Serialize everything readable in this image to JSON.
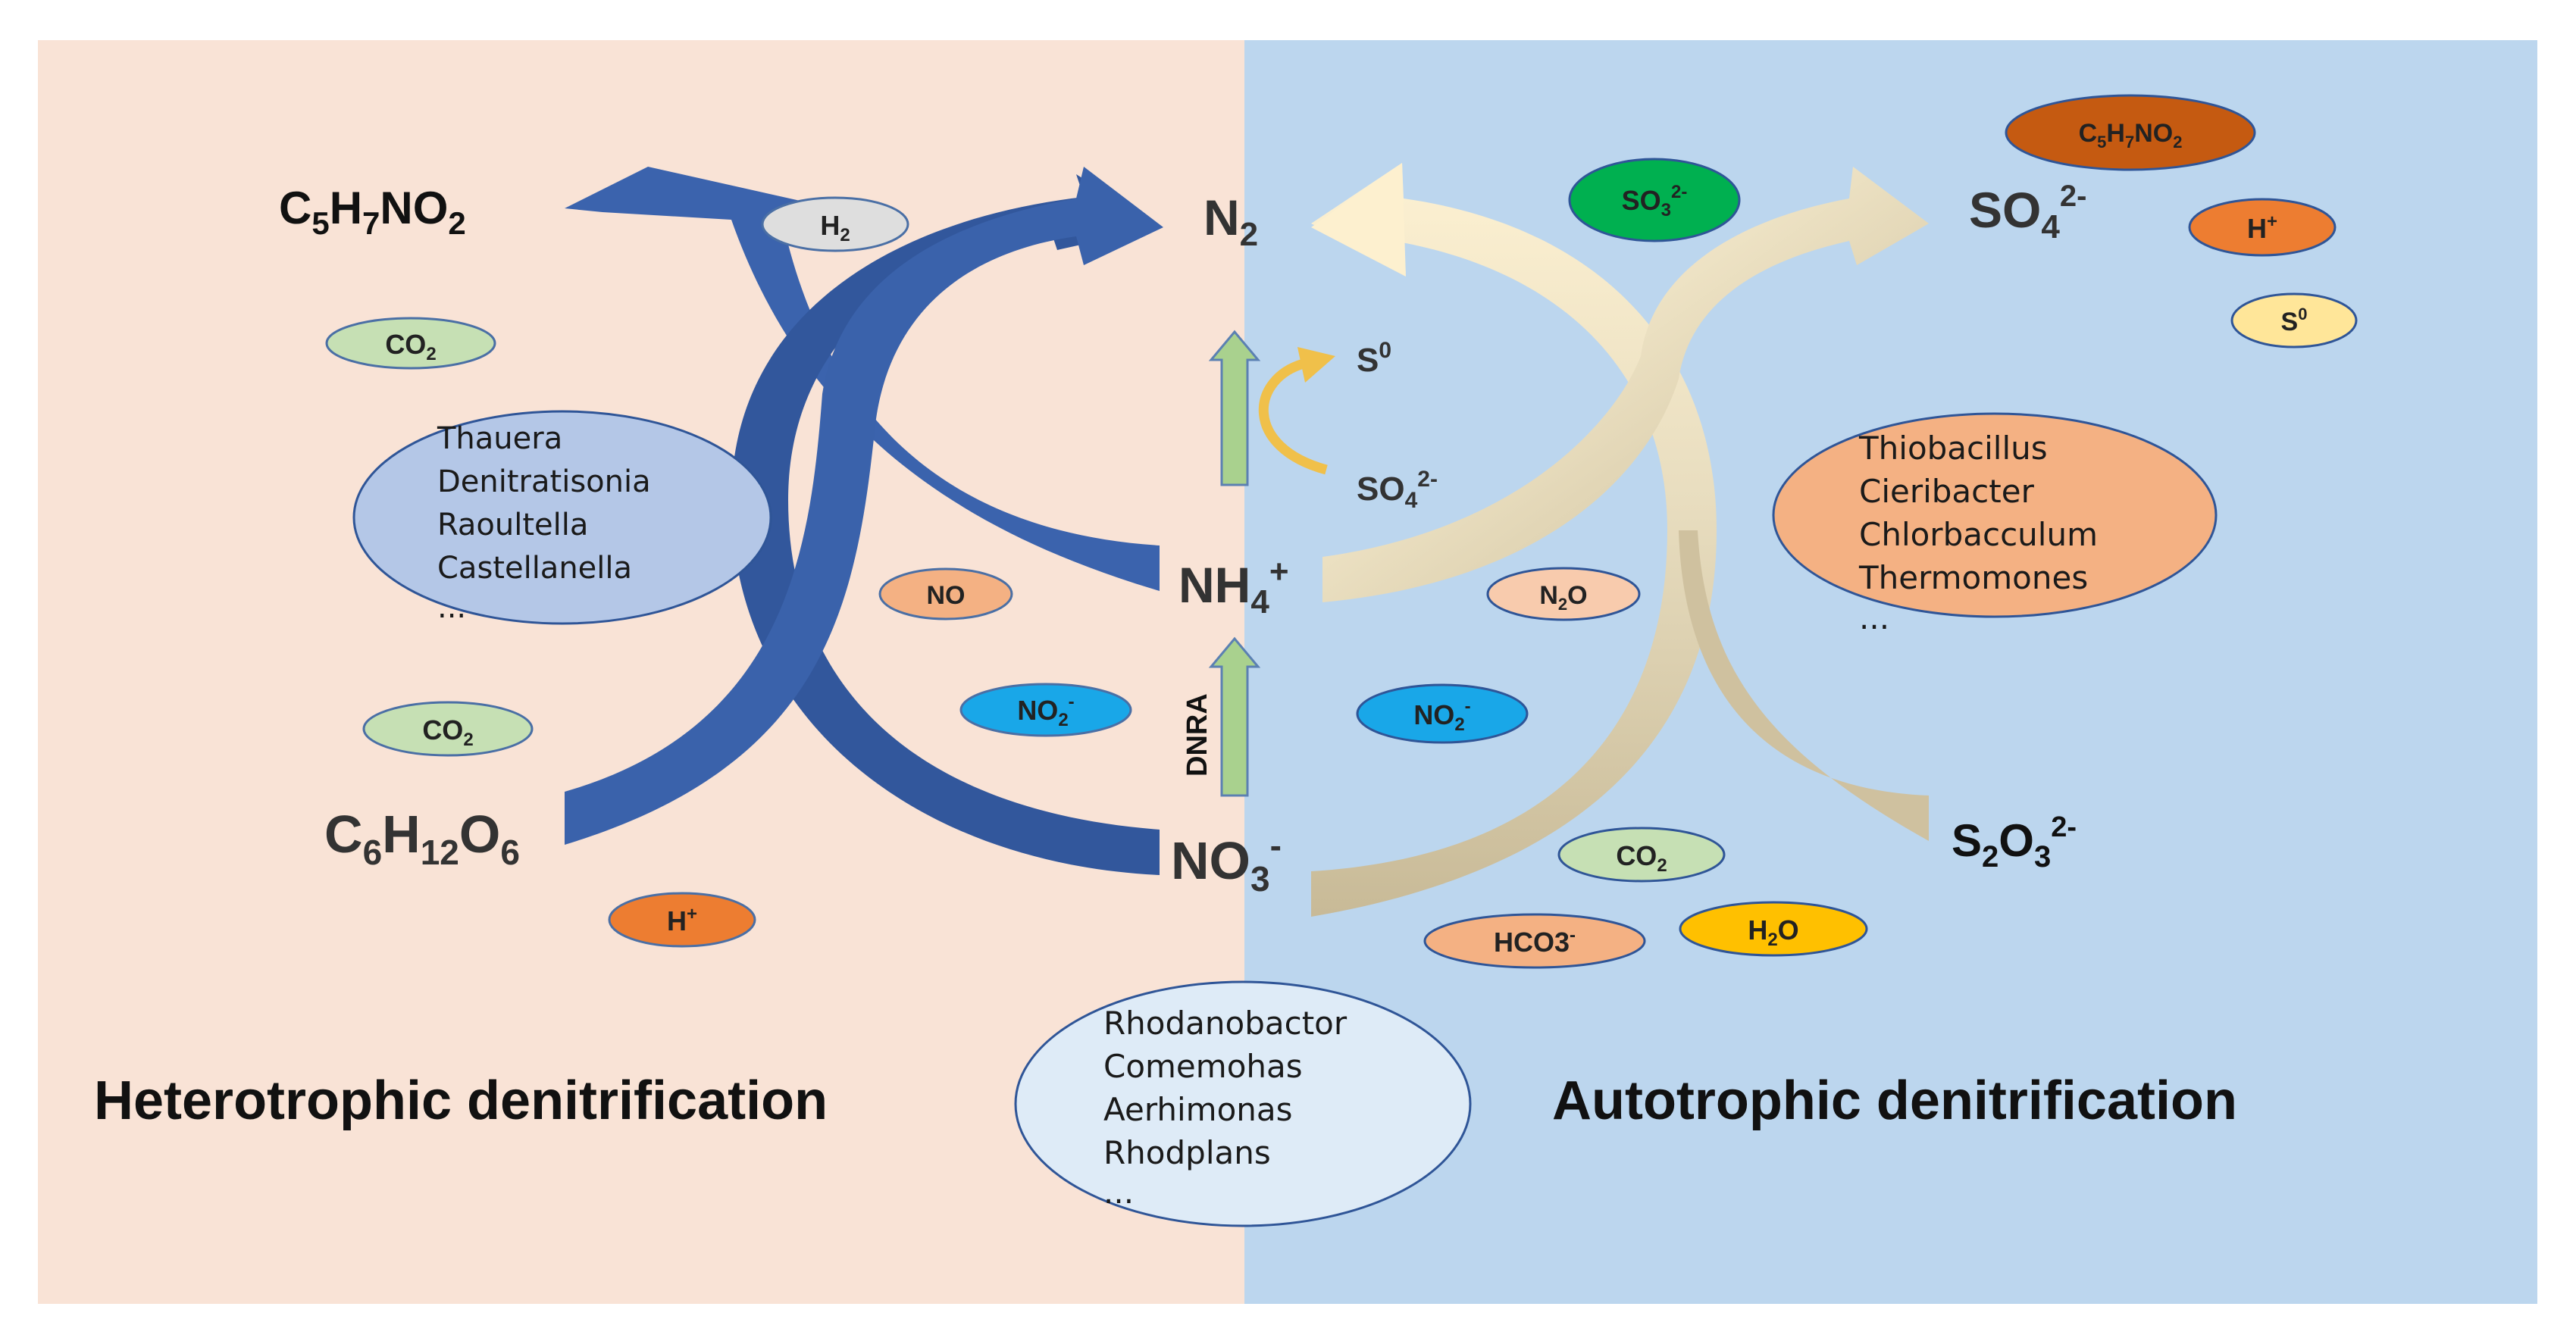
{
  "panels": {
    "left_title": "Heterotrophic denitrification",
    "right_title": "Autotrophic denitrification"
  },
  "colors": {
    "left_bg": "#f9e3d6",
    "right_bg": "#bcd6ee",
    "hetero_arrow": "#3a63b0",
    "auto_arrow": "#fdf0cf",
    "auto_arrow_dark": "#cdbf9c",
    "dnra_arrow": "#a9d18e"
  },
  "compounds": {
    "c5h7no2_left": {
      "b1": "C",
      "s1": "5",
      "b2": "H",
      "s2": "7",
      "b3": "NO",
      "s3": "2"
    },
    "n2": {
      "b1": "N",
      "s1": "2"
    },
    "so4_right": {
      "b1": "SO",
      "s1": "4",
      "sup": "2-"
    },
    "s0_center": {
      "b1": "S",
      "sup": "0"
    },
    "so4_center": {
      "b1": "SO",
      "s1": "4",
      "sup": "2-"
    },
    "nh4": {
      "b1": "NH",
      "s1": "4",
      "sup": "+"
    },
    "no3": {
      "b1": "NO",
      "s1": "3",
      "sup": "-"
    },
    "glucose": {
      "b1": "C",
      "s1": "6",
      "b2": "H",
      "s2": "12",
      "b3": "O",
      "s3": "6"
    },
    "s2o3": {
      "b1": "S",
      "s1": "2",
      "b2": "O",
      "s2": "3",
      "sup": "2-"
    },
    "dnra": "DNRA"
  },
  "pills": {
    "h2": {
      "b1": "H",
      "s1": "2",
      "color": "#dedede"
    },
    "co2_top": {
      "b1": "CO",
      "s1": "2",
      "color": "#c6e0b4"
    },
    "co2_bottom": {
      "b1": "CO",
      "s1": "2",
      "color": "#c6e0b4"
    },
    "no": {
      "b1": "NO",
      "color": "#f4b183"
    },
    "no2_left": {
      "b1": "NO",
      "s1": "2",
      "sup": "-",
      "color": "#19a7e8"
    },
    "h_left": {
      "b1": "H",
      "sup": "+",
      "color": "#ed7d31"
    },
    "so3": {
      "b1": "SO",
      "s1": "3",
      "sup": "2-",
      "color": "#00b050"
    },
    "c5h7no2_right": {
      "b1": "C",
      "s1": "5",
      "b2": "H",
      "s2": "7",
      "b3": "NO",
      "s3": "2",
      "color": "#c55a11"
    },
    "h_right": {
      "b1": "H",
      "sup": "+",
      "color": "#ed7d31"
    },
    "s0_right": {
      "b1": "S",
      "sup": "0",
      "color": "#ffe699"
    },
    "n2o": {
      "b1": "N",
      "s1": "2",
      "b2": "O",
      "color": "#f8cbad"
    },
    "no2_right": {
      "b1": "NO",
      "s1": "2",
      "sup": "-",
      "color": "#19a7e8"
    },
    "co2_right": {
      "b1": "CO",
      "s1": "2",
      "color": "#c6e0b4"
    },
    "hco3": {
      "b1": "HCO3",
      "sup": "-",
      "color": "#f4b183"
    },
    "h2o": {
      "b1": "H",
      "s1": "2",
      "b2": "O",
      "color": "#ffc000"
    }
  },
  "microbes": {
    "heterotrophic": [
      "Thauera",
      "Denitratisonia",
      "Raoultella",
      "Castellanella",
      "..."
    ],
    "autotrophic": [
      "Thiobacillus",
      "Cieribacter",
      "Chlorbacculum",
      "Thermomones",
      "..."
    ],
    "shared": [
      "Rhodanobactor",
      "Comemohas",
      "Aerhimonas",
      "Rhodplans",
      "..."
    ]
  }
}
